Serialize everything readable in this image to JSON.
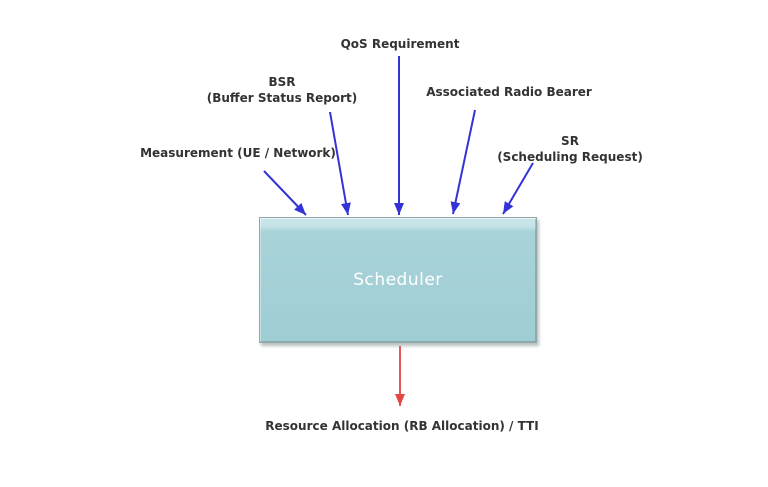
{
  "diagram": {
    "scheduler_box": {
      "label": "Scheduler"
    },
    "inputs": [
      {
        "id": "measurement",
        "label": "Measurement (UE / Network)"
      },
      {
        "id": "bsr",
        "label": "BSR\n(Buffer Status Report)"
      },
      {
        "id": "qos",
        "label": "QoS Requirement"
      },
      {
        "id": "associated-radio-bearer",
        "label": "Associated Radio Bearer"
      },
      {
        "id": "sr",
        "label": "SR\n(Scheduling Request)"
      }
    ],
    "output": {
      "id": "resource-allocation",
      "label": "Resource Allocation (RB Allocation) / TTI"
    },
    "colors": {
      "input_arrow": "#3333d6",
      "output_arrow": "#e64545",
      "box_fill": "#a3d0d6",
      "box_highlight": "#c7e5e9",
      "box_border": "#93a7a8",
      "label_text": "#333333",
      "box_label_text": "#ffffff"
    }
  }
}
